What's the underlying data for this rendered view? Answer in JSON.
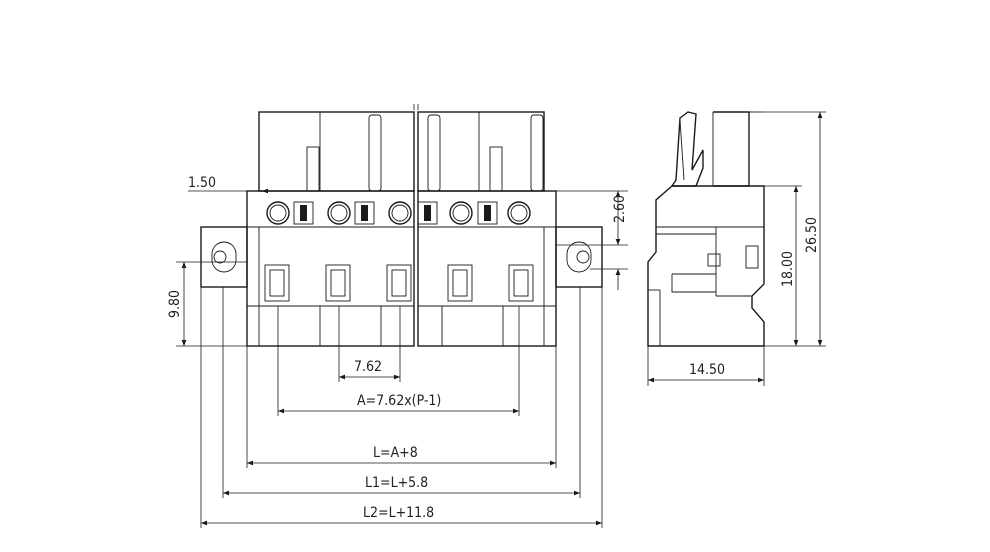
{
  "dimensions": {
    "d_150": "1.50",
    "d_260": "2.60",
    "d_980": "9.80",
    "d_762": "7.62",
    "d_A": "A=7.62x(P-1)",
    "d_L": "L=A+8",
    "d_L1": "L1=L+5.8",
    "d_L2": "L2=L+11.8",
    "d_1450": "14.50",
    "d_1800": "18.00",
    "d_2650": "26.50"
  },
  "colors": {
    "line": "#1a1a1a",
    "background": "#ffffff",
    "text": "#222222"
  }
}
